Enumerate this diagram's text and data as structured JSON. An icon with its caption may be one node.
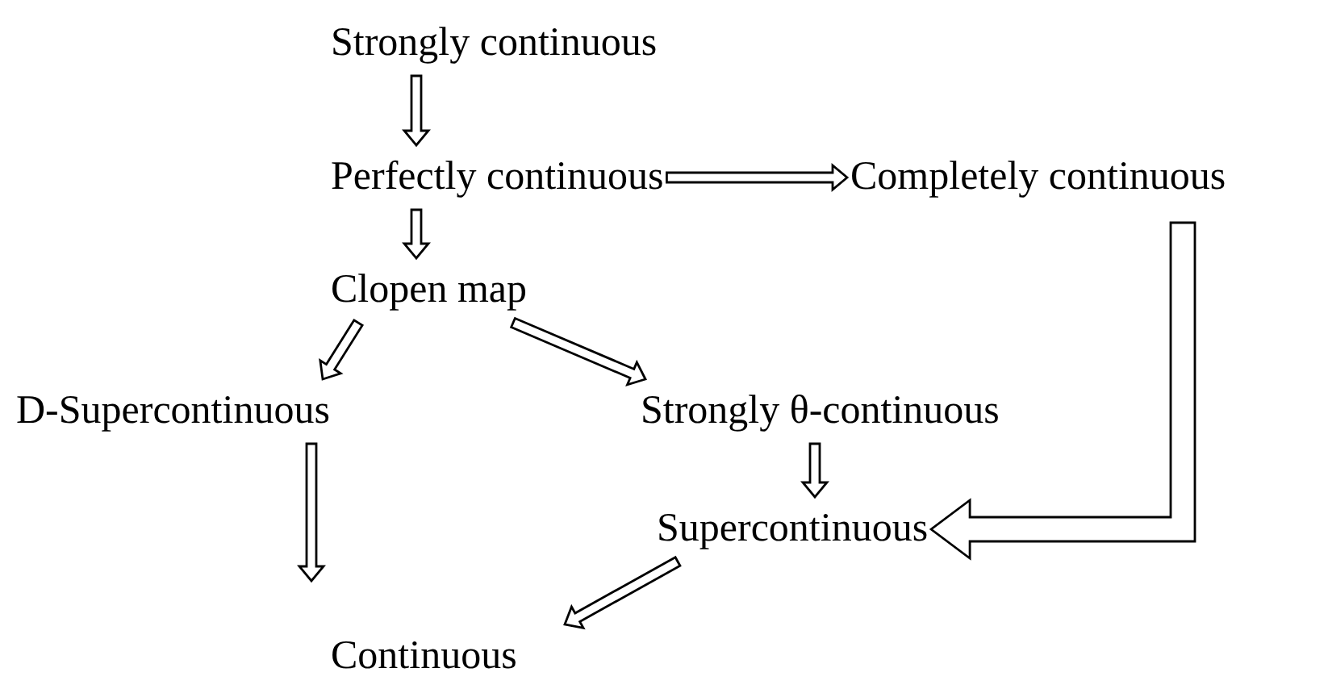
{
  "diagram": {
    "nodes": [
      {
        "text": [
          "Strongly continuous"
        ]
      },
      {
        "text": [
          "Perfectly continuous"
        ]
      },
      {
        "text": [
          "Completely continuous"
        ]
      },
      {
        "text": [
          "Clopen map"
        ]
      },
      {
        "text": [
          "D-Supercontinuous"
        ]
      },
      {
        "text": [
          "Strongly θ-continuous"
        ]
      },
      {
        "text": [
          "Supercontinuous"
        ]
      },
      {
        "text": [
          "Continuous"
        ]
      }
    ],
    "edges": [
      {
        "from": 0,
        "to": 1,
        "arrow": "to"
      },
      {
        "from": 1,
        "to": 2,
        "arrow": "to"
      },
      {
        "from": 1,
        "to": 3,
        "arrow": "to"
      },
      {
        "from": 3,
        "to": 4,
        "arrow": "to"
      },
      {
        "from": 3,
        "to": 5,
        "arrow": "to"
      },
      {
        "from": 5,
        "to": 6,
        "arrow": "to"
      },
      {
        "from": 2,
        "to": 6,
        "arrow": "to",
        "style": "thick"
      },
      {
        "from": 4,
        "to": null,
        "arrow": "to"
      },
      {
        "from": 6,
        "to": 7,
        "arrow": "to"
      }
    ]
  }
}
